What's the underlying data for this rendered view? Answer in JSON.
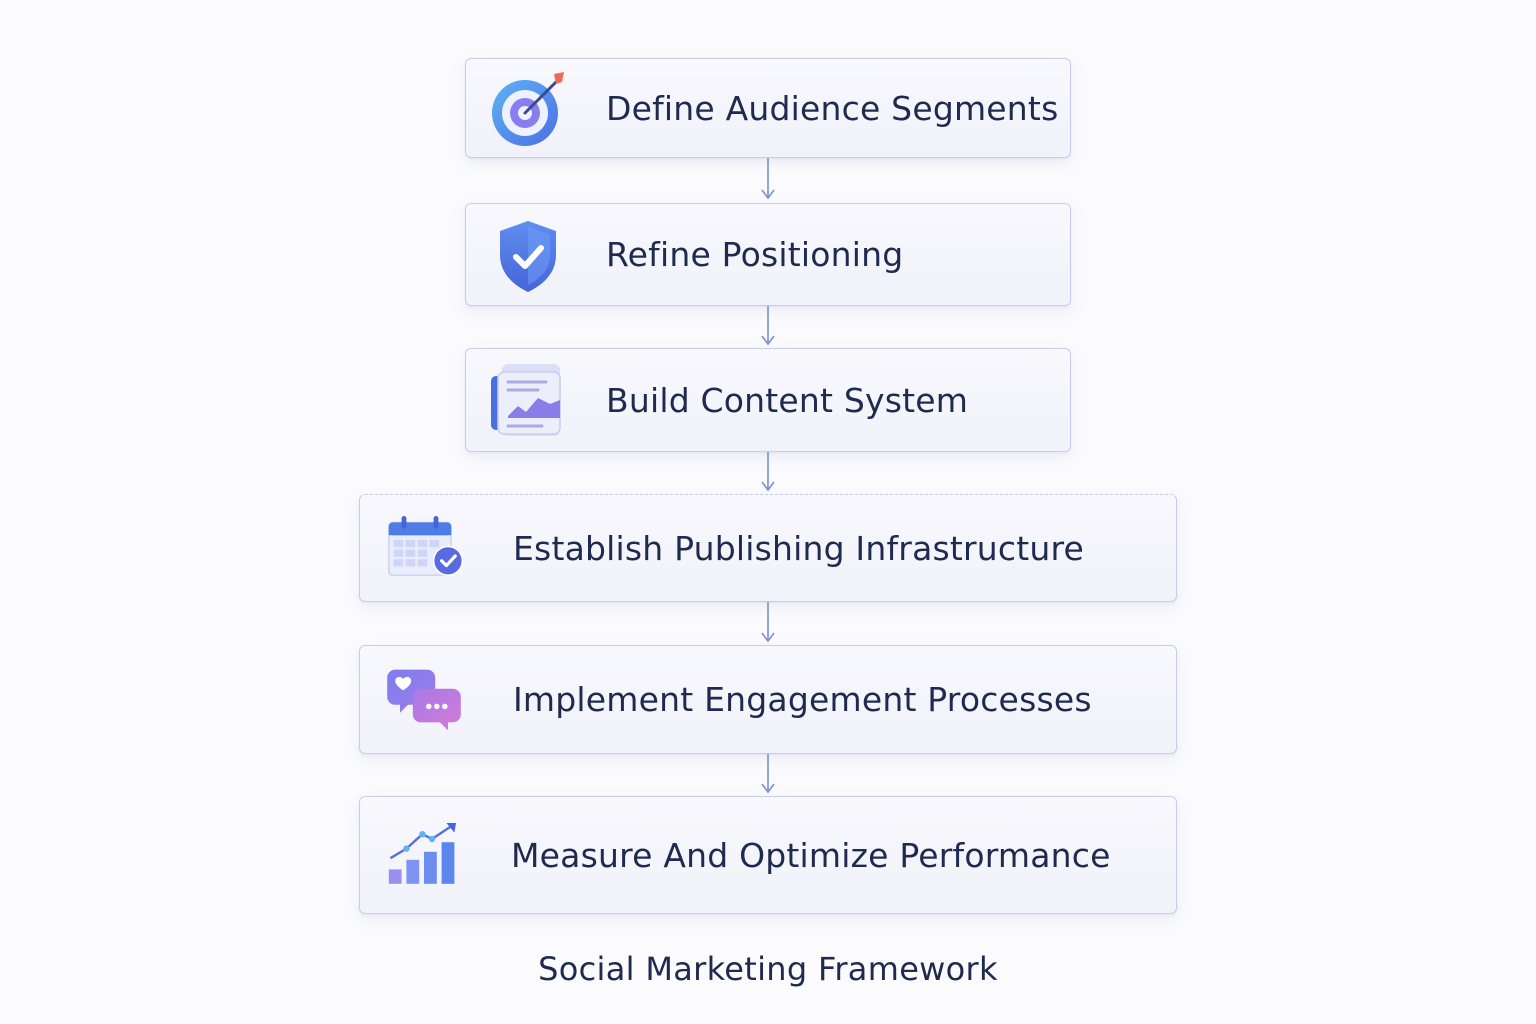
{
  "steps": [
    {
      "label": "Define Audience Segments",
      "icon": "target-icon"
    },
    {
      "label": "Refine Positioning",
      "icon": "shield-check-icon"
    },
    {
      "label": "Build Content System",
      "icon": "content-stack-icon"
    },
    {
      "label": "Establish Publishing Infrastructure",
      "icon": "calendar-check-icon"
    },
    {
      "label": "Implement Engagement Processes",
      "icon": "chat-bubbles-icon"
    },
    {
      "label": "Measure And Optimize Performance",
      "icon": "growth-chart-icon"
    }
  ],
  "caption": "Social Marketing Framework",
  "colors": {
    "text": "#1f2a4f",
    "box_border": "#c9cde8",
    "connector": "#7b8fd6",
    "accent_blue": "#4f7de8",
    "accent_purple": "#8b6fe0"
  }
}
